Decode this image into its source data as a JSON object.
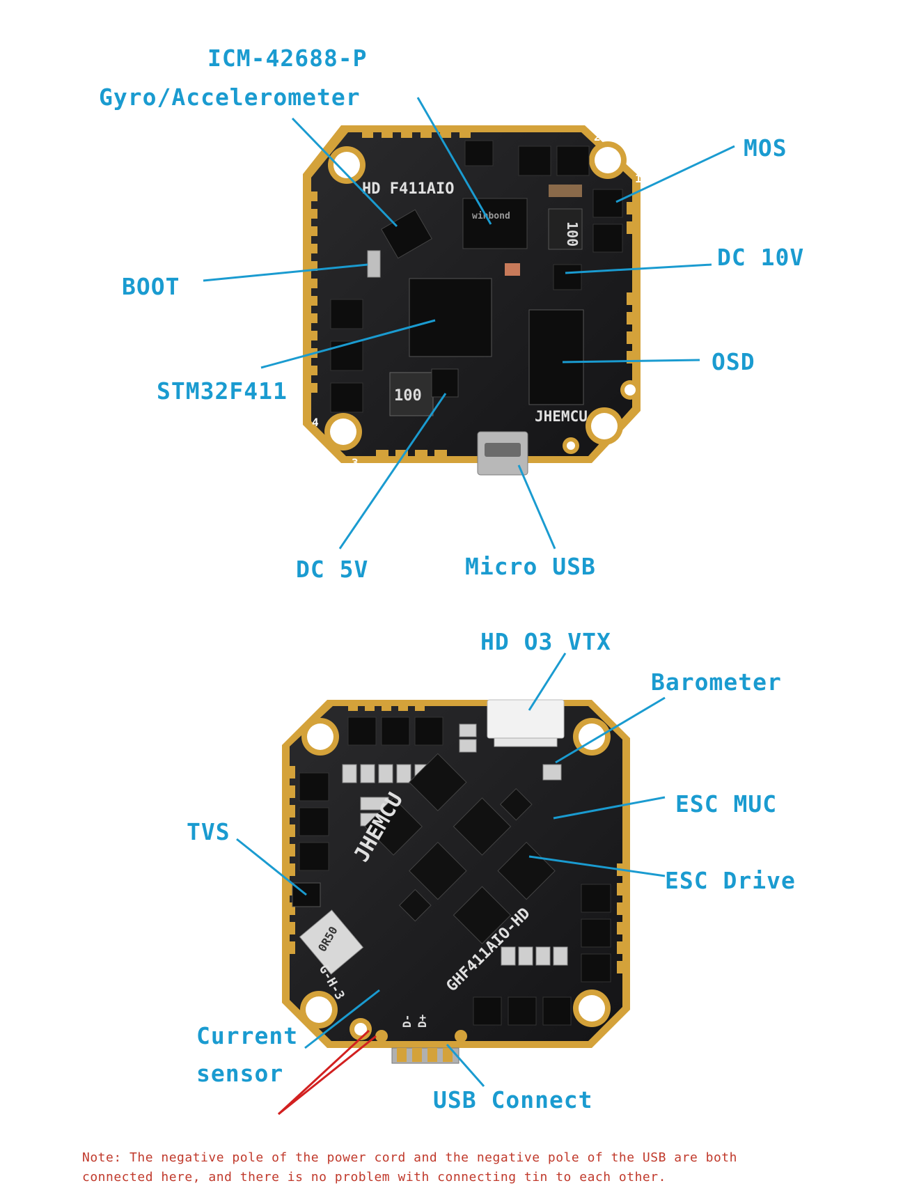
{
  "top_board": {
    "labels": {
      "icm": "ICM-42688-P",
      "gyro": "Gyro/Accelerometer",
      "mos": "MOS",
      "boot": "BOOT",
      "dc10v": "DC 10V",
      "osd": "OSD",
      "stm": "STM32F411",
      "dc5v": "DC 5V",
      "micro_usb": "Micro USB"
    },
    "silkscreen": {
      "model": "HD F411AIO",
      "brand": "JHEMCU",
      "inductor_top": "100",
      "inductor_bottom": "100",
      "flash": "winbond",
      "corner1": "1",
      "corner2": "2",
      "corner3": "3",
      "corner4": "4"
    }
  },
  "bottom_board": {
    "labels": {
      "hd_vtx": "HD O3 VTX",
      "barometer": "Barometer",
      "tvs": "TVS",
      "esc_muc": "ESC MUC",
      "esc_drive": "ESC Drive",
      "current": "Current",
      "sensor": "sensor",
      "usb_connect": "USB Connect"
    },
    "silkscreen": {
      "brand": "JHEMCU",
      "model": "GHF411AIO-HD",
      "shunt": "0R50",
      "pads": "G-H-3",
      "dplus": "D+",
      "dminus": "D-"
    }
  },
  "note": {
    "line1": "Note: The negative pole of the power cord and the negative pole of the USB are both",
    "line2": "connected here, and there is no problem with connecting tin to each other."
  },
  "colors": {
    "label": "#1a9bd0",
    "leader": "#1a9bd0",
    "board": "#1c1c1e",
    "pad_gold": "#d4a23a",
    "note": "#c0392b",
    "arrow": "#d22020"
  }
}
